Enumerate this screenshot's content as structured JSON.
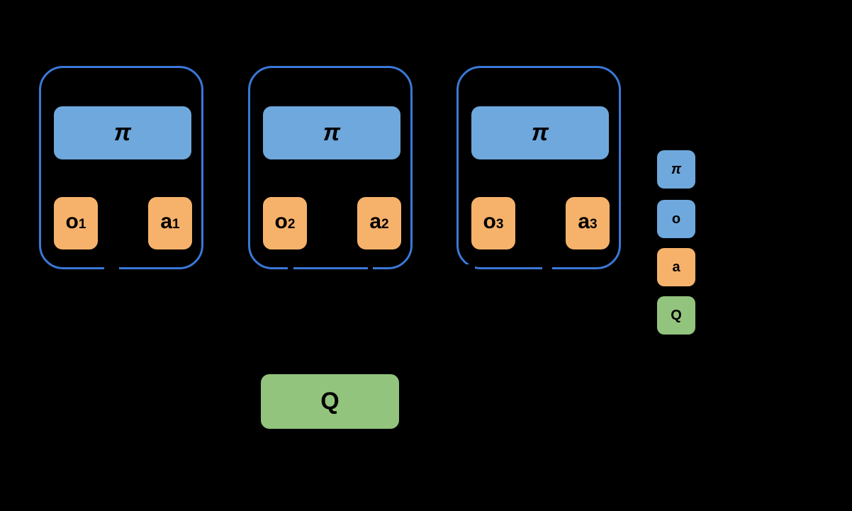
{
  "palette": {
    "background": "#000000",
    "container_border_blue": "#3b78d8",
    "policy_blue": "#6fa8dc",
    "obs_action_orange": "#f6b26b",
    "q_green": "#93c47d",
    "label_text": "#000000"
  },
  "timesteps": [
    {
      "policy": "π",
      "obs_base": "o",
      "obs_sub": "1",
      "act_base": "a",
      "act_sub": "1"
    },
    {
      "policy": "π",
      "obs_base": "o",
      "obs_sub": "2",
      "act_base": "a",
      "act_sub": "2"
    },
    {
      "policy": "π",
      "obs_base": "o",
      "obs_sub": "3",
      "act_base": "a",
      "act_sub": "3"
    }
  ],
  "q_label": "Q",
  "legend": {
    "items": [
      {
        "label": "π",
        "fill": "#6fa8dc"
      },
      {
        "label": "o",
        "fill": "#6fa8dc"
      },
      {
        "label": "a",
        "fill": "#f6b26b"
      },
      {
        "label": "Q",
        "fill": "#93c47d"
      }
    ]
  }
}
